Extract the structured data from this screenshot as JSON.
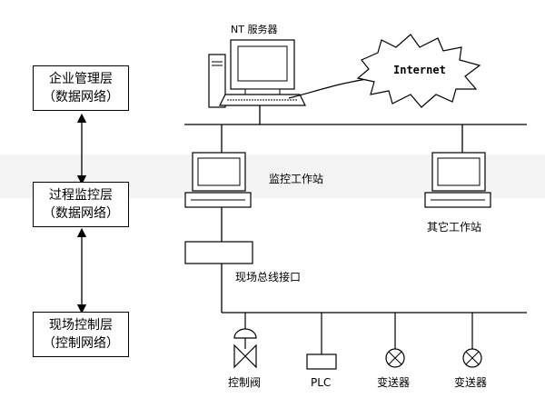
{
  "layers": [
    {
      "name": "企业管理层",
      "sub": "（数据网络）"
    },
    {
      "name": "过程监控层",
      "sub": "（数据网络）"
    },
    {
      "name": "现场控制层",
      "sub": "（控制网络）"
    }
  ],
  "nodes": {
    "server": "NT 服务器",
    "internet": "Internet",
    "monitor": "监控工作站",
    "other": "其它工作站",
    "fieldbus": "现场总线接口"
  },
  "devices": [
    "控制阀",
    "PLC",
    "变送器",
    "变送器"
  ]
}
